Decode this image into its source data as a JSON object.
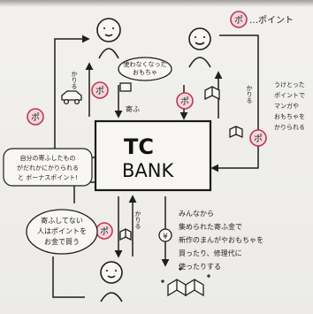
{
  "legend": {
    "symbol": "ポ",
    "label": "…ポイント"
  },
  "bank": {
    "title": "TC",
    "name": "BANK"
  },
  "labels": {
    "kariru_top_left": "かりる",
    "kifu_center": "寄ふ",
    "kariru_right_mid": "かりる",
    "kariru_bottom": "かりる",
    "yen": "¥"
  },
  "bubbles": {
    "donate_toys": [
      "使わなくなった",
      "おもちゃ"
    ],
    "no_donation": [
      "寄ふしてない",
      "人はポイントを",
      "お金で買う"
    ]
  },
  "notes": {
    "left_bonus": [
      "自分の寄ふしたもの",
      "がだれかにかりられる",
      "と ボーナスポイント!"
    ],
    "right_points": [
      "うけとった",
      "ポイントで",
      "マンガや",
      "おもちゃを",
      "かりられる"
    ],
    "bottom_right": [
      "みんなから",
      "集められた寄ふ金で",
      "新作のまんがやおもちゃを",
      "買ったり、修理代に",
      "使ったりする"
    ]
  }
}
